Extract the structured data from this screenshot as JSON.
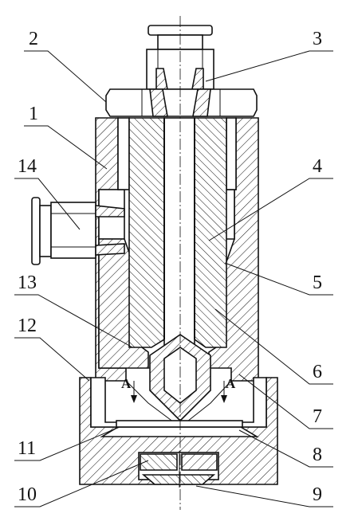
{
  "part_labels": {
    "p1": "1",
    "p2": "2",
    "p3": "3",
    "p4": "4",
    "p5": "5",
    "p6": "6",
    "p7": "7",
    "p8": "8",
    "p9": "9",
    "p10": "10",
    "p11": "11",
    "p12": "12",
    "p13": "13",
    "p14": "14"
  },
  "section_markers": {
    "left": "A",
    "right": "A"
  }
}
